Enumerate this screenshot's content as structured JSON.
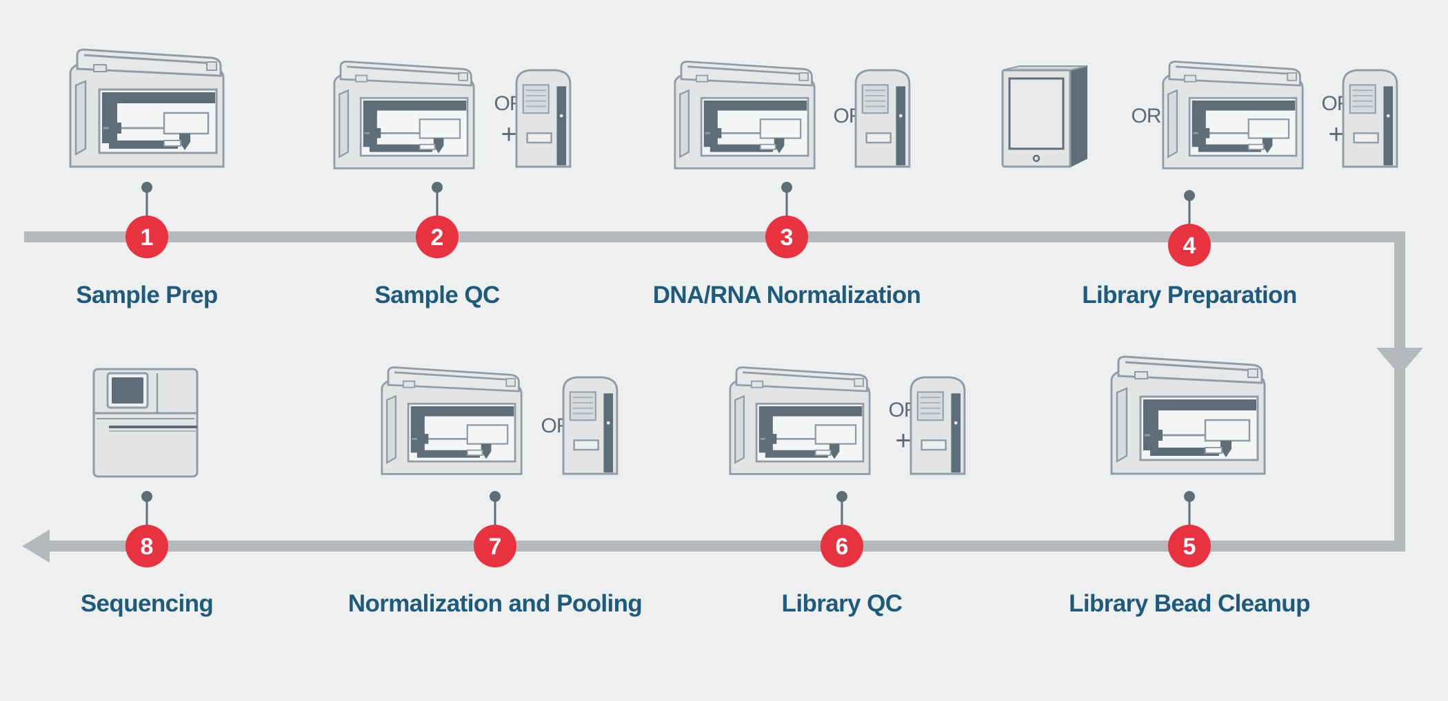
{
  "connector_words": {
    "or": "OR",
    "plus": "+"
  },
  "steps": [
    {
      "number": "1",
      "label": "Sample Prep",
      "instruments": [
        "liquid-handler"
      ]
    },
    {
      "number": "2",
      "label": "Sample QC",
      "instruments": [
        "liquid-handler",
        "or-plus",
        "analyzer"
      ]
    },
    {
      "number": "3",
      "label": "DNA/RNA Normalization",
      "instruments": [
        "liquid-handler",
        "or",
        "analyzer"
      ]
    },
    {
      "number": "4",
      "label": "Library Preparation",
      "instruments": [
        "thermal-cycler",
        "or",
        "liquid-handler",
        "or-plus",
        "analyzer"
      ]
    },
    {
      "number": "5",
      "label": "Library Bead Cleanup",
      "instruments": [
        "liquid-handler"
      ]
    },
    {
      "number": "6",
      "label": "Library QC",
      "instruments": [
        "liquid-handler",
        "or-plus",
        "analyzer"
      ]
    },
    {
      "number": "7",
      "label": "Normalization and Pooling",
      "instruments": [
        "liquid-handler",
        "or",
        "analyzer"
      ]
    },
    {
      "number": "8",
      "label": "Sequencing",
      "instruments": [
        "sequencer"
      ]
    }
  ],
  "colors": {
    "background": "#eef0f0",
    "track": "#b5b9bb",
    "badge": "#e8323f",
    "label": "#1d5a7c",
    "icon_fill": "#e3e5e5",
    "icon_stroke": "#8f9ca6",
    "icon_dark": "#5e6e79"
  }
}
